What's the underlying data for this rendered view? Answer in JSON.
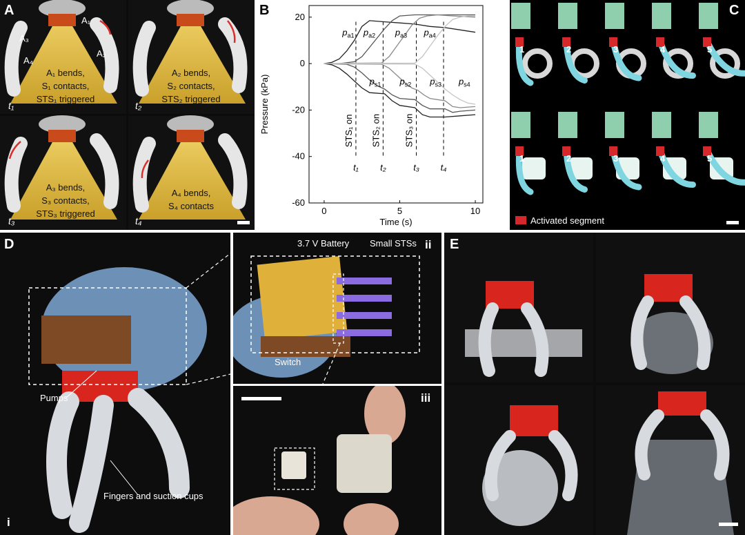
{
  "panels": {
    "A": {
      "label": "A",
      "quads": [
        {
          "time": "t₁",
          "caption": [
            "A₁ bends,",
            "S₁ contacts,",
            "STS₁ triggered"
          ],
          "labels": [
            "A₁",
            "A₂",
            "A₃",
            "A₄"
          ]
        },
        {
          "time": "t₂",
          "caption": [
            "A₂ bends,",
            "S₂ contacts,",
            "STS₂ triggered"
          ]
        },
        {
          "time": "t₃",
          "caption": [
            "A₃ bends,",
            "S₃ contacts,",
            "STS₃ triggered"
          ]
        },
        {
          "time": "t₄",
          "caption": [
            "A₄ bends,",
            "S₄ contacts"
          ]
        }
      ]
    },
    "B": {
      "label": "B"
    },
    "C": {
      "label": "C",
      "legend": "Activated segment",
      "top_numbers": [
        "1",
        "2",
        "3",
        "4",
        "5"
      ],
      "bottom_numbers": [
        "1",
        "2",
        "3",
        "4",
        "5"
      ]
    },
    "D": {
      "label": "D",
      "sub_i": "i",
      "pumps": "Pumps",
      "fingers": "Fingers and suction cups"
    },
    "ii": {
      "label": "ii",
      "battery": "3.7 V Battery",
      "small_sts": "Small STSs",
      "switch": "Switch"
    },
    "iii": {
      "label": "iii"
    },
    "E": {
      "label": "E"
    }
  },
  "chart_data": {
    "type": "line",
    "title": "",
    "xlabel": "Time (s)",
    "ylabel": "Pressure (kPa)",
    "xlim": [
      -1,
      10.5
    ],
    "ylim": [
      -60,
      25
    ],
    "xticks": [
      0,
      5,
      10
    ],
    "yticks": [
      20,
      0,
      -20,
      -40,
      -60
    ],
    "grid": false,
    "legend": "none",
    "event_lines": [
      {
        "x": 2.1,
        "label": "STS₁ on",
        "t": "t₁"
      },
      {
        "x": 3.9,
        "label": "STS₂ on",
        "t": "t₂"
      },
      {
        "x": 6.1,
        "label": "STS₃ on",
        "t": "t₃"
      },
      {
        "x": 7.9,
        "label": "",
        "t": "t₄"
      }
    ],
    "series": [
      {
        "name": "pa1",
        "color": "#222222",
        "x": [
          0,
          0.5,
          1.0,
          1.5,
          2.0,
          2.5,
          3.0,
          4.0,
          5.0,
          6.0,
          7.0,
          8.0,
          9.0,
          10.0
        ],
        "y": [
          0,
          0.5,
          2,
          5.5,
          10,
          16,
          18.5,
          18,
          17.5,
          17,
          16,
          15.5,
          14.5,
          13.5
        ]
      },
      {
        "name": "pa2",
        "color": "#555555",
        "x": [
          0,
          1.0,
          2.0,
          2.5,
          3.0,
          3.5,
          4.0,
          4.5,
          5.0,
          6.0,
          7.0,
          8.0,
          9.0,
          10.0
        ],
        "y": [
          0,
          0,
          0.8,
          3,
          7,
          11,
          15,
          18.5,
          20.5,
          21,
          21,
          21,
          21,
          21
        ]
      },
      {
        "name": "pa3",
        "color": "#8a8a8a",
        "x": [
          0,
          3.8,
          4.3,
          4.8,
          5.3,
          5.8,
          6.3,
          6.8,
          7.5,
          8.5,
          10.0
        ],
        "y": [
          0,
          0.3,
          3,
          7.5,
          12,
          16.5,
          19.5,
          20.5,
          21,
          20.5,
          20
        ]
      },
      {
        "name": "pa4",
        "color": "#c4c4c4",
        "x": [
          0,
          6.0,
          6.5,
          7.0,
          7.5,
          8.0,
          8.5,
          9.0,
          9.5,
          10.0
        ],
        "y": [
          0,
          0.2,
          3,
          7.5,
          12,
          16,
          19,
          20,
          20.5,
          20.5
        ]
      },
      {
        "name": "ps1",
        "color": "#222222",
        "x": [
          0,
          0.5,
          1.0,
          1.5,
          2.0,
          2.5,
          3.0,
          4.0,
          4.5,
          5.0,
          6.0,
          6.5,
          7.0,
          8.0,
          9.0,
          10.0
        ],
        "y": [
          0,
          -0.5,
          -2,
          -4.5,
          -7.5,
          -10.5,
          -12.5,
          -13,
          -16,
          -18,
          -19,
          -22,
          -23,
          -23,
          -22.5,
          -22
        ]
      },
      {
        "name": "ps2",
        "color": "#555555",
        "x": [
          0,
          1.5,
          2.0,
          2.5,
          3.0,
          3.5,
          4.0,
          4.5,
          5.0,
          6.0,
          6.5,
          7.0,
          8.0,
          8.5,
          9.0,
          10.0
        ],
        "y": [
          0,
          -0.3,
          -1.5,
          -4,
          -7,
          -9.5,
          -11,
          -13.5,
          -15,
          -15.5,
          -18,
          -19.5,
          -19.5,
          -21,
          -20.5,
          -20
        ]
      },
      {
        "name": "ps3",
        "color": "#8a8a8a",
        "x": [
          0,
          3.8,
          4.3,
          4.8,
          5.3,
          5.8,
          6.2,
          6.6,
          7.0,
          7.5,
          8.0,
          8.5,
          9.0,
          10.0
        ],
        "y": [
          0,
          -0.3,
          -2,
          -5,
          -8,
          -10.5,
          -11.5,
          -13.5,
          -15,
          -15.5,
          -16,
          -18.5,
          -19,
          -18.5
        ]
      },
      {
        "name": "ps4",
        "color": "#c4c4c4",
        "x": [
          0,
          6.0,
          6.5,
          7.0,
          7.5,
          8.0,
          8.5,
          9.0,
          9.5,
          10.0
        ],
        "y": [
          0,
          -0.2,
          -2,
          -5,
          -8,
          -11,
          -13.5,
          -15.5,
          -17,
          -17.5
        ]
      }
    ],
    "curve_labels": [
      {
        "text": "pa1",
        "x": 1.2,
        "y": 12
      },
      {
        "text": "pa2",
        "x": 2.6,
        "y": 12
      },
      {
        "text": "pa3",
        "x": 4.7,
        "y": 12
      },
      {
        "text": "pa4",
        "x": 6.6,
        "y": 12
      },
      {
        "text": "ps1",
        "x": 3.0,
        "y": -9
      },
      {
        "text": "ps2",
        "x": 5.0,
        "y": -9
      },
      {
        "text": "ps3",
        "x": 7.0,
        "y": -9
      },
      {
        "text": "ps4",
        "x": 8.9,
        "y": -9
      }
    ]
  }
}
